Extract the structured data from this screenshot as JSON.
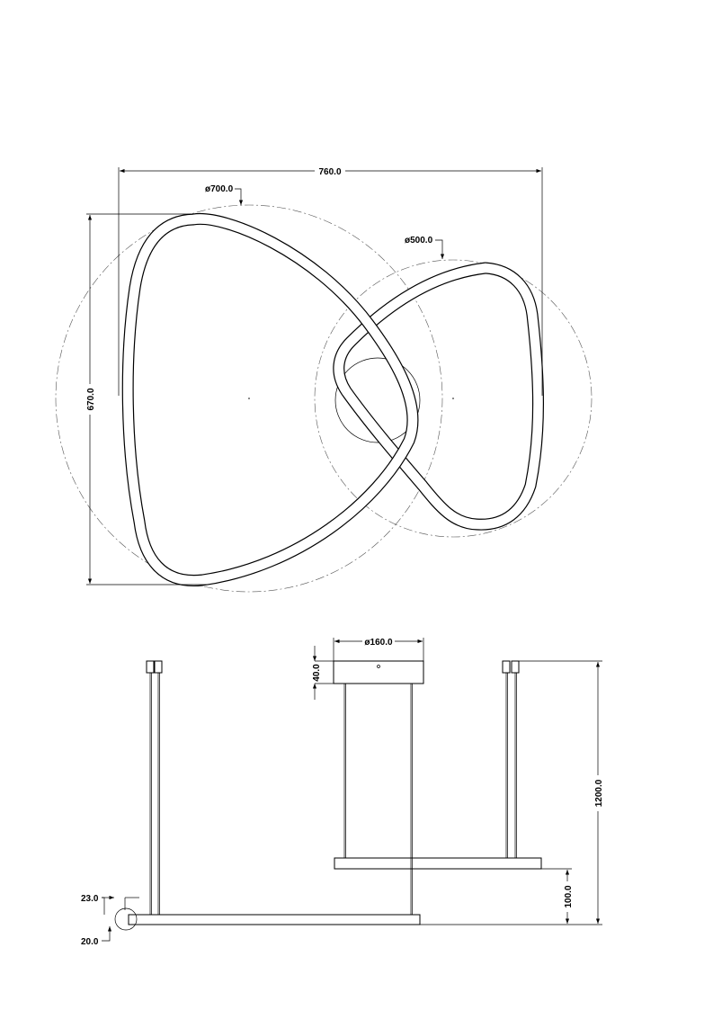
{
  "top_view": {
    "width_dim": "760.0",
    "height_dim": "670.0",
    "large_ring_diameter": "ø700.0",
    "small_ring_diameter": "ø500.0"
  },
  "side_view": {
    "canopy_diameter": "ø160.0",
    "canopy_height": "40.0",
    "total_height": "1200.0",
    "ring_offset": "100.0",
    "ring_width": "23.0",
    "ring_thickness": "20.0"
  },
  "colors": {
    "line": "#000000",
    "centerline": "#555555"
  }
}
